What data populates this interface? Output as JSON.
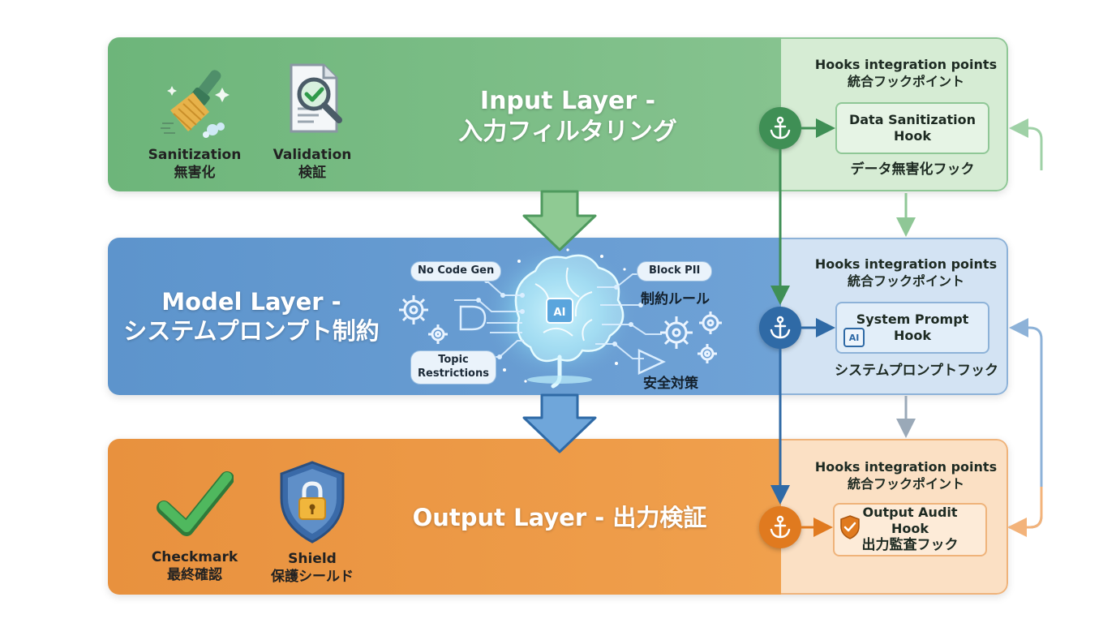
{
  "input_layer": {
    "title_en": "Input Layer -",
    "title_jp": "入力フィルタリング",
    "features": [
      {
        "icon": "broom-icon",
        "label_en": "Sanitization",
        "label_jp": "無害化"
      },
      {
        "icon": "document-magnifier-icon",
        "label_en": "Validation",
        "label_jp": "検証"
      }
    ],
    "hooks": {
      "heading_en": "Hooks integration points",
      "heading_jp": "統合フックポイント",
      "box_line1": "Data Sanitization",
      "box_line2": "Hook",
      "caption": "データ無害化フック"
    }
  },
  "model_layer": {
    "title_en": "Model Layer -",
    "title_jp": "システムプロンプト制約",
    "tags": {
      "no_code_gen": "No Code Gen",
      "block_pii": "Block PII",
      "topic_line1": "Topic",
      "topic_line2": "Restrictions"
    },
    "labels": {
      "constraint_rules": "制約ルール",
      "safety_measures": "安全対策"
    },
    "brain_chip": "AI",
    "hooks": {
      "heading_en": "Hooks integration points",
      "heading_jp": "統合フックポイント",
      "box_line1": "System Prompt",
      "box_line2": "Hook",
      "box_chip": "AI",
      "caption": "システムプロンプトフック"
    }
  },
  "output_layer": {
    "title": "Output Layer - 出力検証",
    "features": [
      {
        "icon": "checkmark-icon",
        "label_en": "Checkmark",
        "label_jp": "最終確認"
      },
      {
        "icon": "shield-lock-icon",
        "label_en": "Shield",
        "label_jp": "保護シールド"
      }
    ],
    "hooks": {
      "heading_en": "Hooks integration points",
      "heading_jp": "統合フックポイント",
      "box_line1": "Output Audit",
      "box_line2": "Hook",
      "caption": "出力監査フック"
    }
  },
  "colors": {
    "green": "#3f8f55",
    "blue": "#2f6aa6",
    "orange": "#e07a1f"
  }
}
